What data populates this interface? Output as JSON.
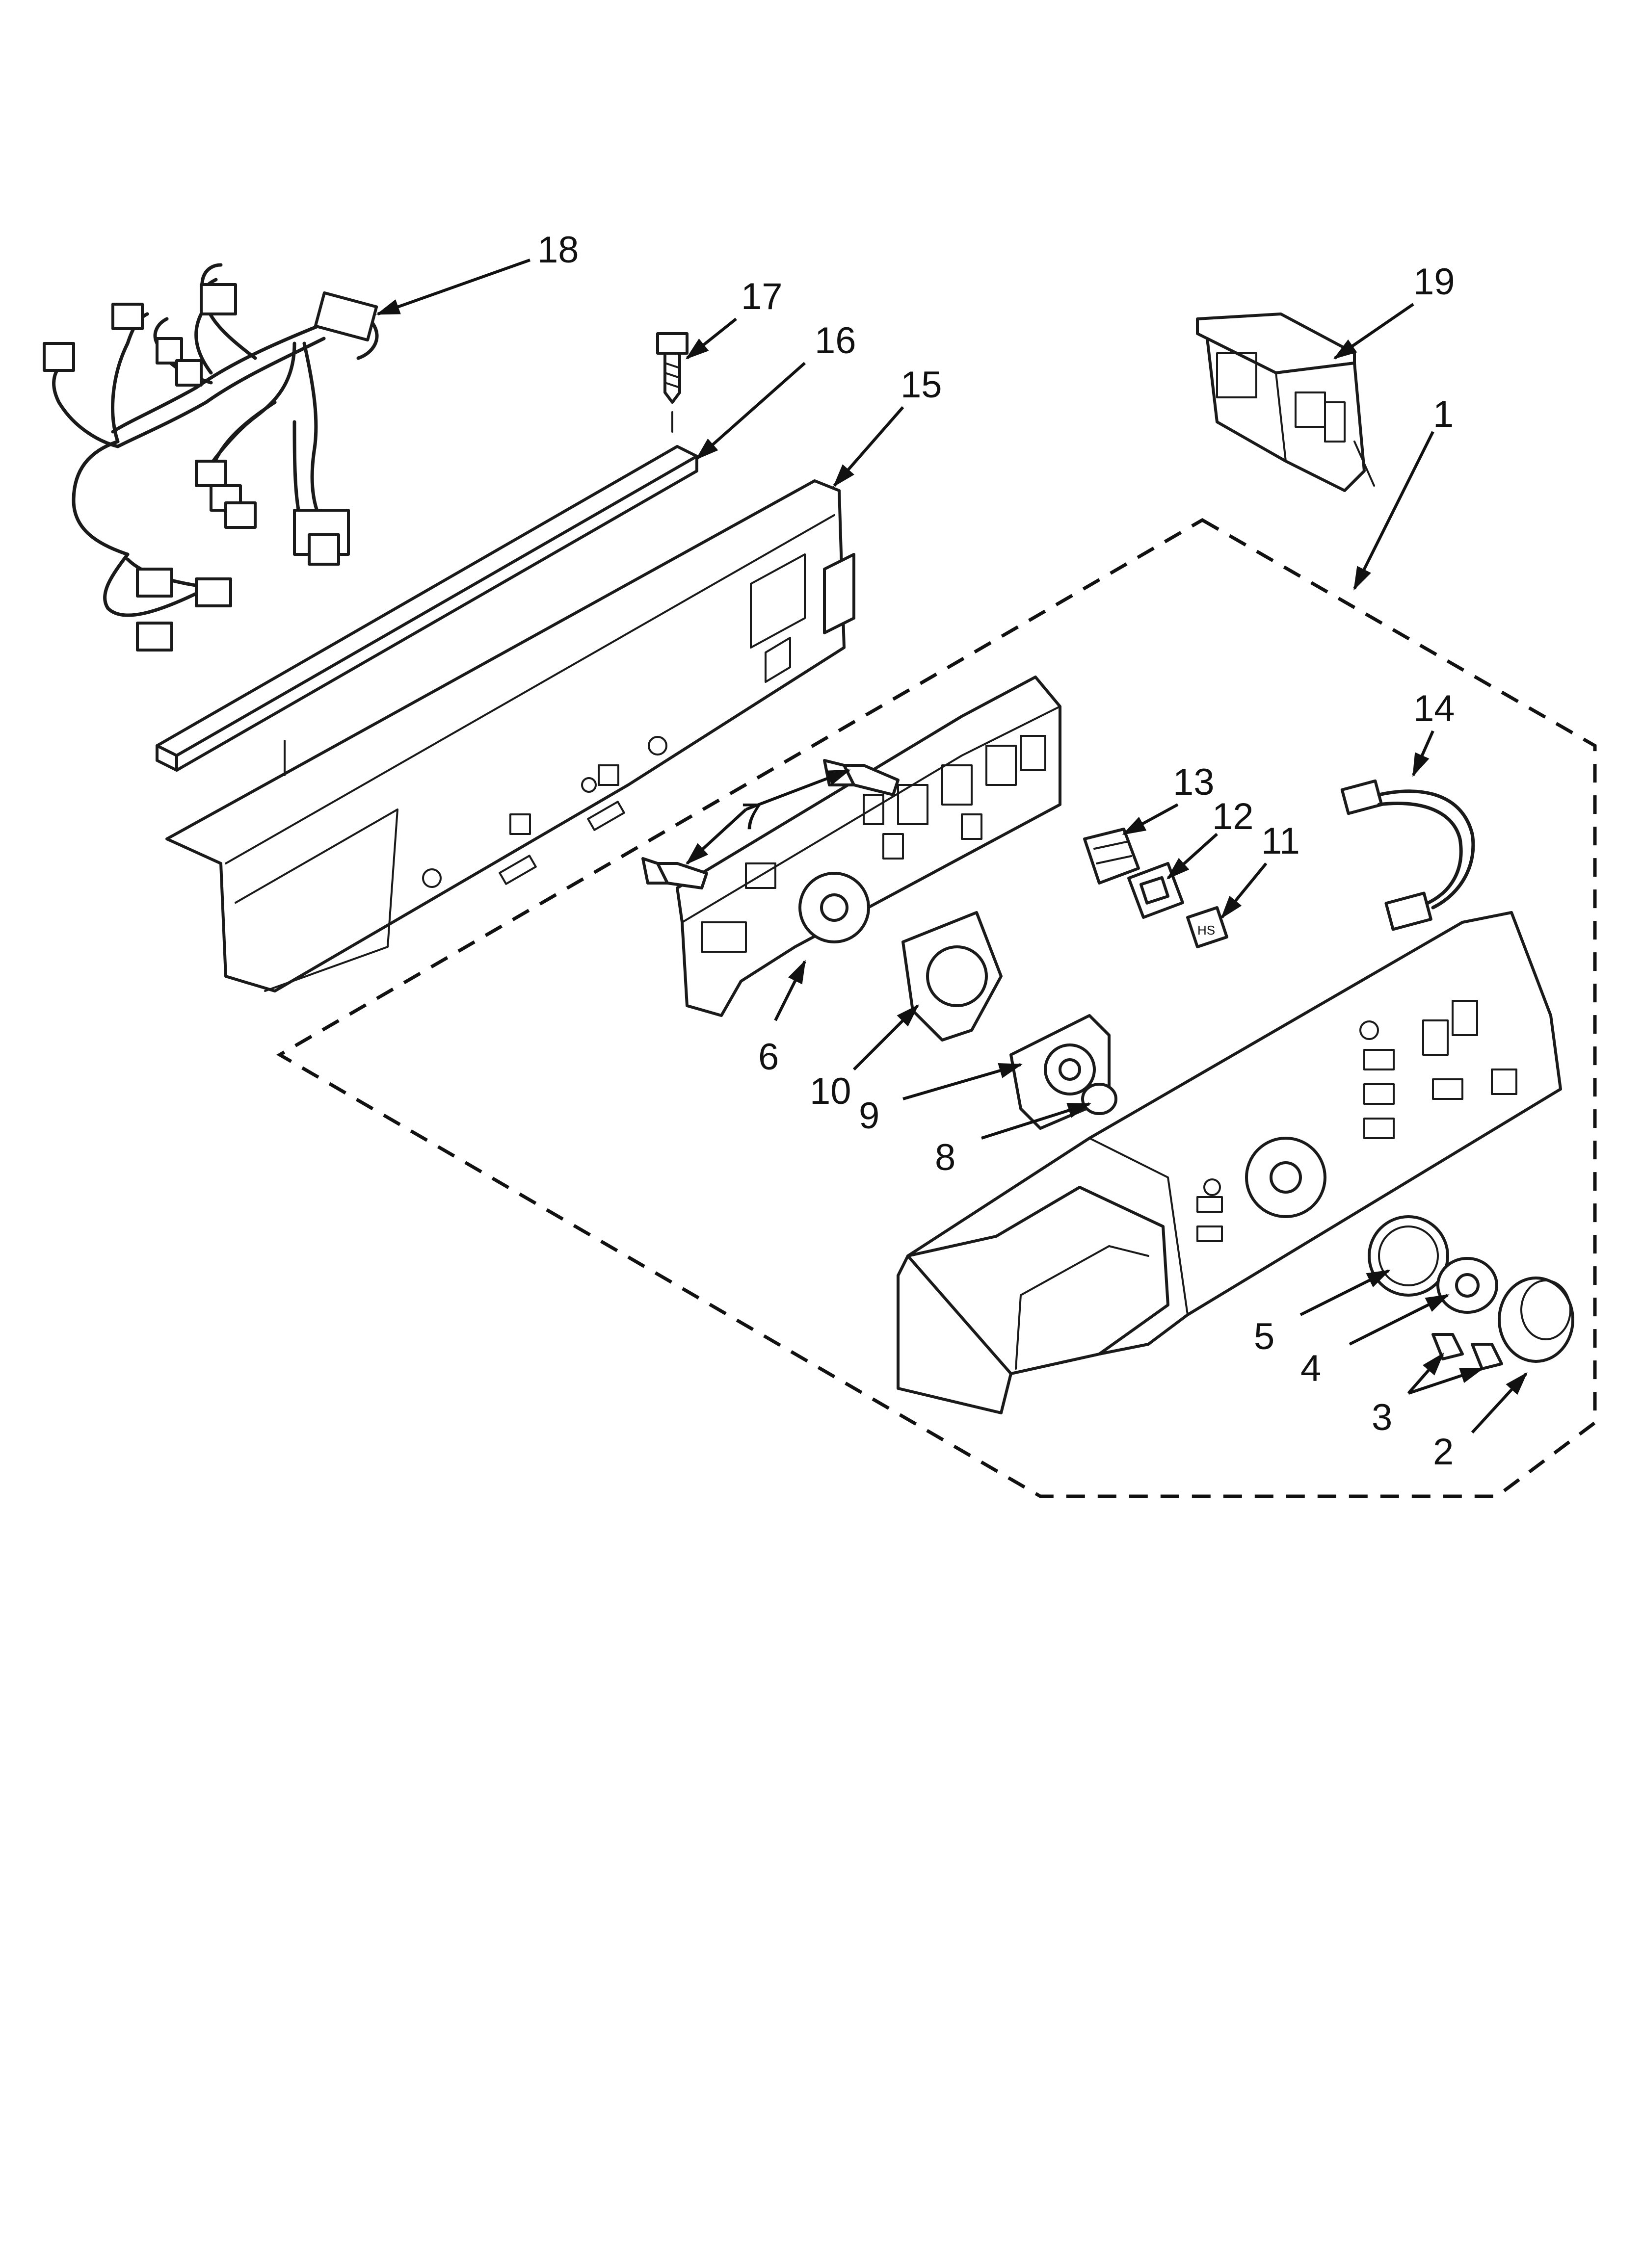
{
  "diagram": {
    "callouts": [
      {
        "id": "c1",
        "label": "1"
      },
      {
        "id": "c2",
        "label": "2"
      },
      {
        "id": "c3",
        "label": "3"
      },
      {
        "id": "c4",
        "label": "4"
      },
      {
        "id": "c5",
        "label": "5"
      },
      {
        "id": "c6",
        "label": "6"
      },
      {
        "id": "c7",
        "label": "7"
      },
      {
        "id": "c8",
        "label": "8"
      },
      {
        "id": "c9",
        "label": "9"
      },
      {
        "id": "c10",
        "label": "10"
      },
      {
        "id": "c11",
        "label": "11"
      },
      {
        "id": "c12",
        "label": "12"
      },
      {
        "id": "c13",
        "label": "13"
      },
      {
        "id": "c14",
        "label": "14"
      },
      {
        "id": "c15",
        "label": "15"
      },
      {
        "id": "c16",
        "label": "16"
      },
      {
        "id": "c17",
        "label": "17"
      },
      {
        "id": "c18",
        "label": "18"
      },
      {
        "id": "c19",
        "label": "19"
      }
    ]
  }
}
